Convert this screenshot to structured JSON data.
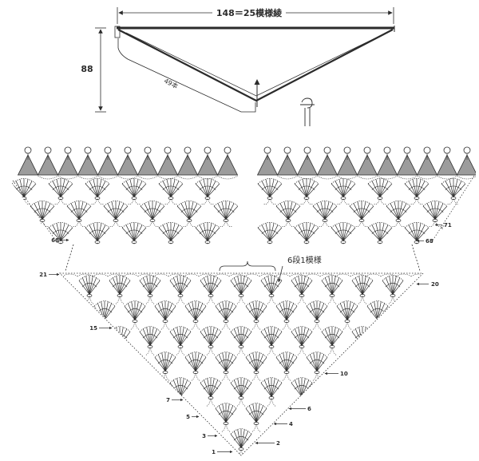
{
  "colors": {
    "ink": "#2b2b2b",
    "shade": "#9c9c9c",
    "paper": "#ffffff"
  },
  "schematic": {
    "width_label": "148＝25模様綾",
    "height_label": "88",
    "edge_label": "49本",
    "icons": [
      "arrow-up-icon",
      "tassel-icon"
    ]
  },
  "chart": {
    "repeat_label": "6段1模様",
    "rows": {
      "top_left_68": "68",
      "top_right_71": "71",
      "top_right_68": "68",
      "row_21": "21",
      "row_20": "20",
      "row_15": "15",
      "row_10": "10",
      "row_7": "7",
      "row_6": "6",
      "row_5": "5",
      "row_4": "4",
      "row_3": "3",
      "row_2": "2",
      "row_1": "1"
    }
  }
}
